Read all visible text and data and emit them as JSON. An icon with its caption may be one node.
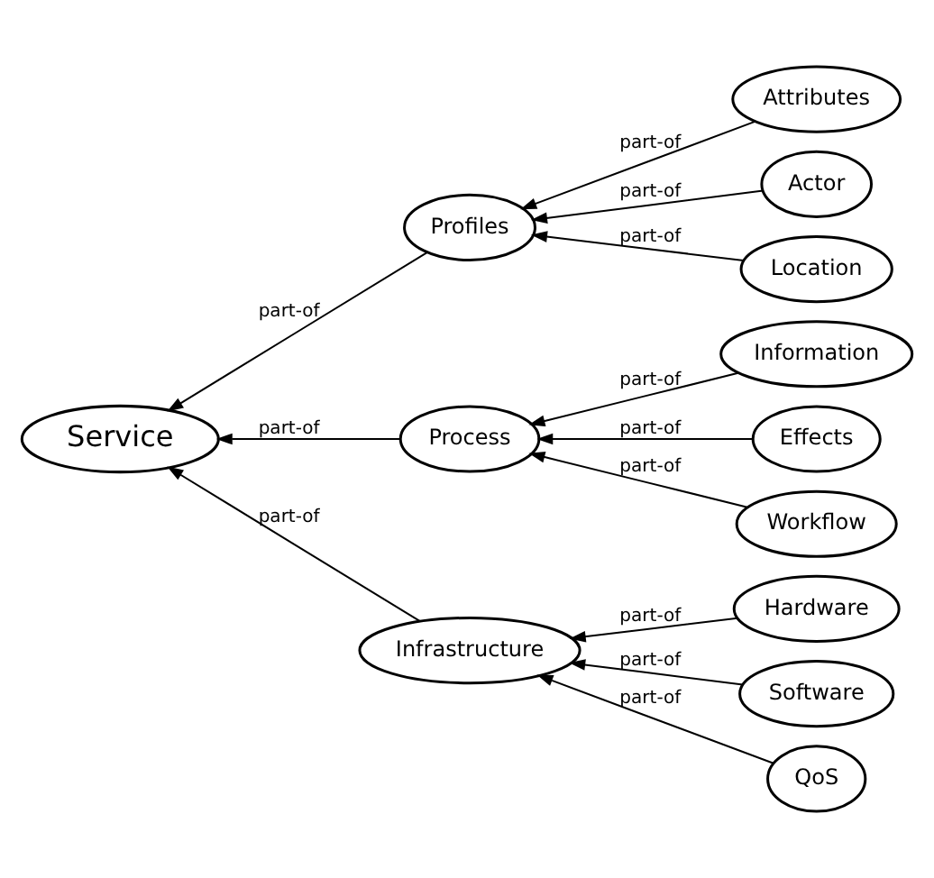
{
  "diagram": {
    "nodes": [
      {
        "text": [
          "Service"
        ]
      },
      {
        "text": [
          "Profiles"
        ]
      },
      {
        "text": [
          "Process"
        ]
      },
      {
        "text": [
          "Infrastructure"
        ]
      },
      {
        "text": [
          "Attributes"
        ]
      },
      {
        "text": [
          "Actor"
        ]
      },
      {
        "text": [
          "Location"
        ]
      },
      {
        "text": [
          "Information"
        ]
      },
      {
        "text": [
          "Effects"
        ]
      },
      {
        "text": [
          "Workflow"
        ]
      },
      {
        "text": [
          "Hardware"
        ]
      },
      {
        "text": [
          "Software"
        ]
      },
      {
        "text": [
          "QoS"
        ]
      }
    ],
    "edges": [
      {
        "from": 1,
        "to": 0,
        "arrow": "to",
        "label": "part-of"
      },
      {
        "from": 2,
        "to": 0,
        "arrow": "to",
        "label": "part-of"
      },
      {
        "from": 3,
        "to": 0,
        "arrow": "to",
        "label": "part-of"
      },
      {
        "from": 4,
        "to": 1,
        "arrow": "to",
        "label": "part-of"
      },
      {
        "from": 5,
        "to": 1,
        "arrow": "to",
        "label": "part-of"
      },
      {
        "from": 6,
        "to": 1,
        "arrow": "to",
        "label": "part-of"
      },
      {
        "from": 7,
        "to": 2,
        "arrow": "to",
        "label": "part-of"
      },
      {
        "from": 8,
        "to": 2,
        "arrow": "to",
        "label": "part-of"
      },
      {
        "from": 9,
        "to": 2,
        "arrow": "to",
        "label": "part-of"
      },
      {
        "from": 10,
        "to": 3,
        "arrow": "to",
        "label": "part-of"
      },
      {
        "from": 11,
        "to": 3,
        "arrow": "to",
        "label": "part-of"
      },
      {
        "from": 12,
        "to": 3,
        "arrow": "to",
        "label": "part-of"
      }
    ]
  }
}
